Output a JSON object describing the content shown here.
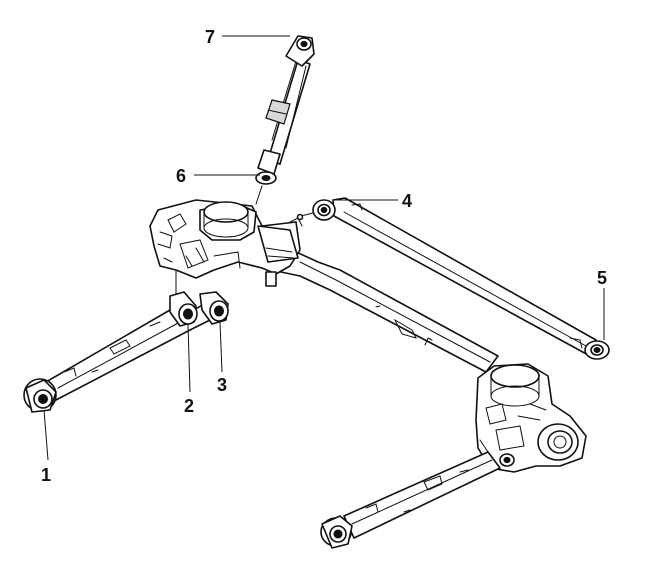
{
  "diagram": {
    "type": "exploded parts drawing",
    "background": "#ffffff",
    "line_color": "#111111"
  },
  "callouts": [
    {
      "id": "c1",
      "label": "1"
    },
    {
      "id": "c2",
      "label": "2"
    },
    {
      "id": "c3",
      "label": "3"
    },
    {
      "id": "c4",
      "label": "4"
    },
    {
      "id": "c5",
      "label": "5"
    },
    {
      "id": "c6",
      "label": "6"
    },
    {
      "id": "c7",
      "label": "7"
    }
  ]
}
